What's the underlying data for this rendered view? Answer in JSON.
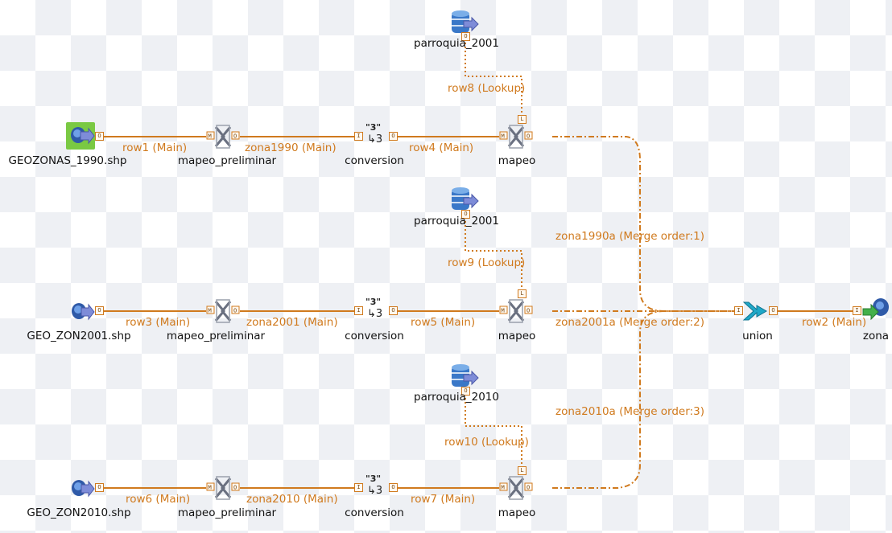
{
  "colors": {
    "link": "#d07a1e",
    "label": "#d07a1e",
    "db": "#3a78c8",
    "union": "#20a8c8"
  },
  "icons": {
    "shapefile_input": "shapefile-input-icon",
    "tmap": "tmap-icon",
    "conversion": "conversion-icon",
    "database": "database-input-icon",
    "union": "union-icon",
    "output": "output-icon"
  },
  "nodes": {
    "geozonas_1990": "GEOZONAS_1990.shp",
    "geo_zon2001": "GEO_ZON2001.shp",
    "geo_zon2010": "GEO_ZON2010.shp",
    "mapeo_preliminar_1": "mapeo_preliminar",
    "mapeo_preliminar_2": "mapeo_preliminar",
    "mapeo_preliminar_3": "mapeo_preliminar",
    "conversion_1": "conversion",
    "conversion_2": "conversion",
    "conversion_3": "conversion",
    "conversion_glyph": "\"3\"",
    "conversion_arrow": "↳3",
    "mapeo_1": "mapeo",
    "mapeo_2": "mapeo",
    "mapeo_3": "mapeo",
    "parroquia_1": "parroquia_2001",
    "parroquia_2": "parroquia_2001",
    "parroquia_3": "parroquia_2010",
    "union": "union",
    "output": "zona"
  },
  "links": {
    "row1": "row1 (Main)",
    "zona1990": "zona1990 (Main)",
    "row4": "row4 (Main)",
    "row8": "row8 (Lookup)",
    "row3": "row3 (Main)",
    "zona2001": "zona2001 (Main)",
    "row5": "row5 (Main)",
    "row9": "row9 (Lookup)",
    "row6": "row6 (Main)",
    "zona2010": "zona2010 (Main)",
    "row7": "row7 (Main)",
    "row10": "row10 (Lookup)",
    "zona1990a": "zona1990a (Merge order:1)",
    "zona2001a": "zona2001a (Merge order:2)",
    "zona2010a": "zona2010a (Merge order:3)",
    "row2": "row2 (Main)"
  }
}
